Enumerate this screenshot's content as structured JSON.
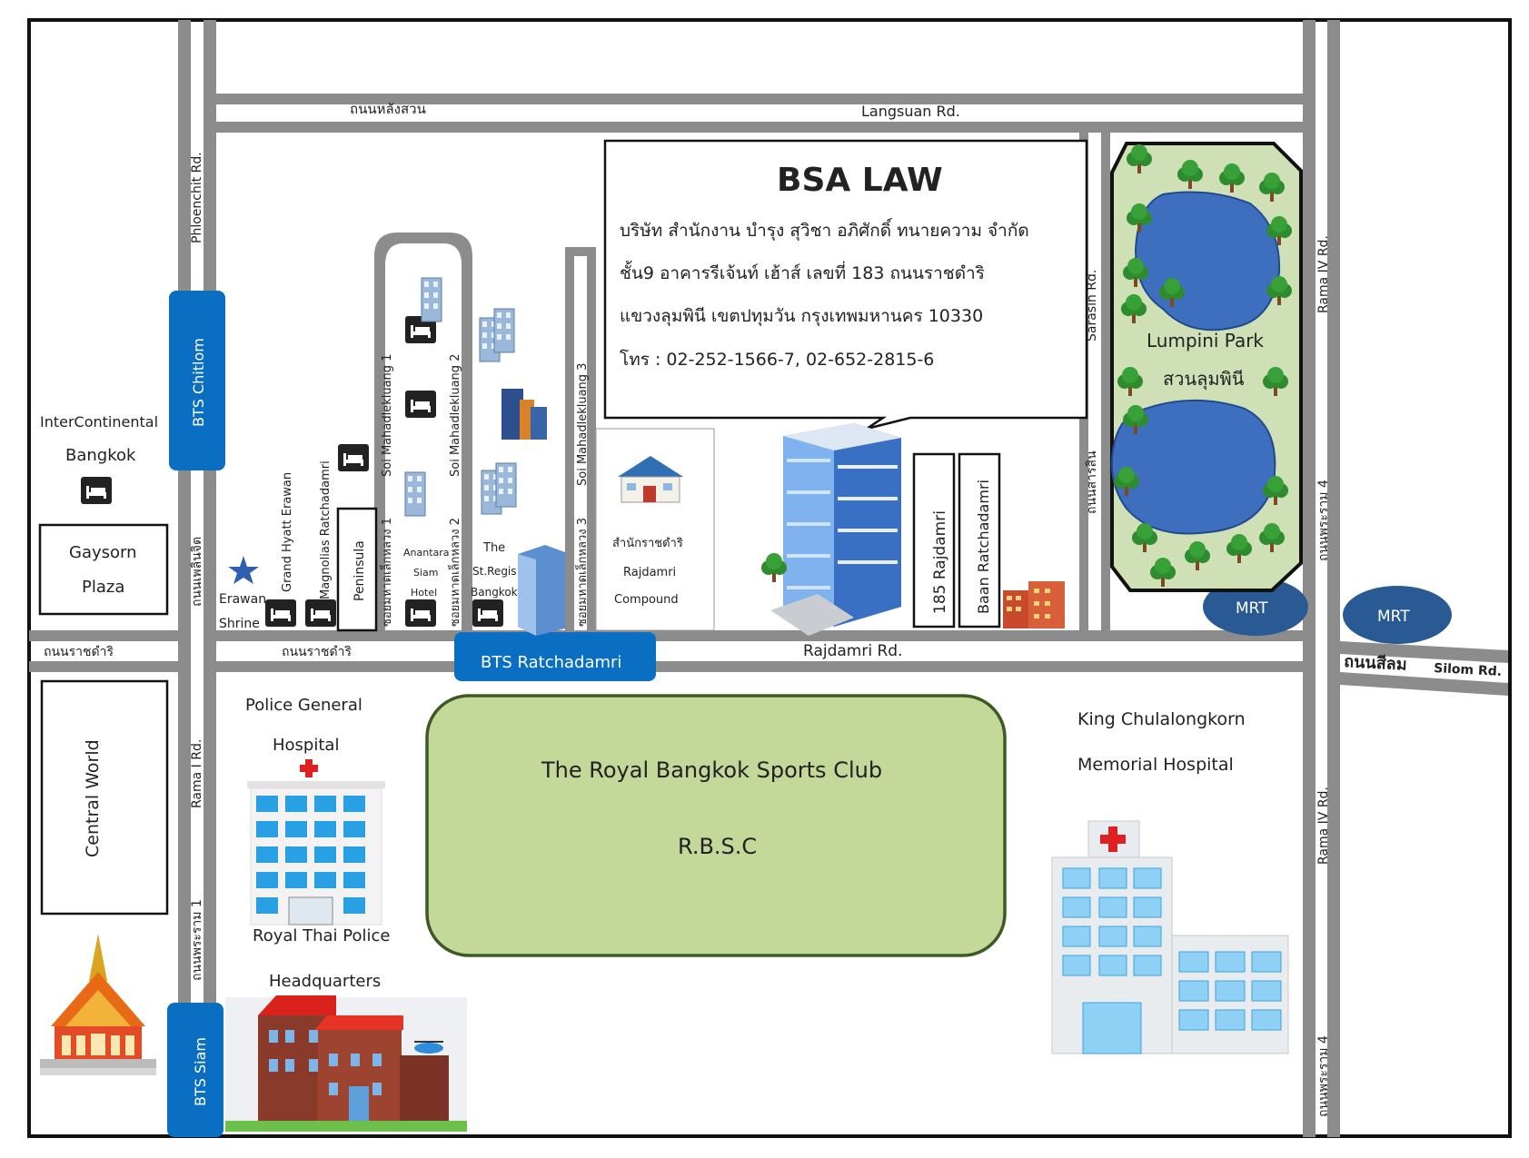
{
  "roads": {
    "langsuan_th": "ถนนหลังสวน",
    "langsuan_en": "Langsuan Rd.",
    "phloenchit_en": "Phloenchit Rd.",
    "phloenchit_th": "ถนนเพลินจิต",
    "rama1_en": "Rama I Rd.",
    "rama1_th": "ถนนพระราม 1",
    "rajdamri_en": "Rajdamri Rd.",
    "rajdamri_th_left": "ถนนราชดำริ",
    "rajdamri_th_mid": "ถนนราชดำริ",
    "sarasin_en": "Sarasin Rd.",
    "sarasin_th": "ถนนสารสิน",
    "rama4_en_top": "Rama IV Rd.",
    "rama4_th_top": "ถนนพระราม 4",
    "rama4_en_bottom": "Rama IV Rd.",
    "rama4_th_bottom": "ถนนพระราม 4",
    "silom_th": "ถนนสีลม",
    "silom_en": "Silom Rd.",
    "soi1_en": "Soi Mahadlekluang 1",
    "soi1_th": "ซอยมหาดเล็กหลวง 1",
    "soi2_en": "Soi Mahadlekluang 2",
    "soi2_th": "ซอยมหาดเล็กหลวง 2",
    "soi3_en": "Soi Mahadlekluang 3",
    "soi3_th": "ซอยมหาดเล็กหลวง 3"
  },
  "stations": {
    "chitlom": "BTS Chitlom",
    "ratchadamri": "BTS Ratchadamri",
    "siam": "BTS Siam",
    "mrt1": "MRT",
    "mrt2": "MRT"
  },
  "callout": {
    "title": "BSA LAW",
    "line1": "บริษัท สำนักงาน บำรุง สุวิชา อภิศักดิ์ ทนายความ จำกัด",
    "line2": "ชั้น9 อาคารรีเจ้นท์ เฮ้าส์ เลขที่ 183 ถนนราชดำริ",
    "line3": "แขวงลุมพินี เขตปทุมวัน กรุงเทพมหานคร 10330",
    "line4": "โทร : 02-252-1566-7, 02-652-2815-6"
  },
  "places": {
    "intercontinental_1": "InterContinental",
    "intercontinental_2": "Bangkok",
    "gaysorn_1": "Gaysorn",
    "gaysorn_2": "Plaza",
    "central_world": "Central World",
    "erawan_1": "Erawan",
    "erawan_2": "Shrine",
    "grand_hyatt": "Grand Hyatt Erawan",
    "magnolias": "Magnolias Ratchadamri",
    "peninsula": "Peninsula",
    "anantara_1": "Anantara",
    "anantara_2": "Siam",
    "anantara_3": "Hotel",
    "stregis_1": "The",
    "stregis_2": "St.Regis",
    "stregis_3": "Bangkok",
    "compound_th": "สำนักราชดำริ",
    "compound_1": "Rajdamri",
    "compound_2": "Compound",
    "rajdamri185": "185 Rajdamri",
    "baan": "Baan Ratchadamri",
    "lumpini_en": "Lumpini Park",
    "lumpini_th": "สวนลุมพินี",
    "police_hosp_1": "Police General",
    "police_hosp_2": "Hospital",
    "royal_police_1": "Royal Thai Police",
    "royal_police_2": "Headquarters",
    "rbsc_1": "The Royal Bangkok Sports Club",
    "rbsc_2": "R.B.S.C",
    "chula_1": "King Chulalongkorn",
    "chula_2": "Memorial Hospital"
  },
  "icons": [
    "hotel-bed-icon",
    "star-icon",
    "office-building-icon",
    "hospital-icon",
    "tree-icon",
    "temple-icon",
    "house-icon",
    "police-station-icon"
  ],
  "colors": {
    "road": "#8c8c8c",
    "bts": "#0a6fc2",
    "mrt": "#2a5a93",
    "park": "#cfe0b7",
    "lake": "#3e6fbe",
    "rbsc": "#c4d89a"
  }
}
